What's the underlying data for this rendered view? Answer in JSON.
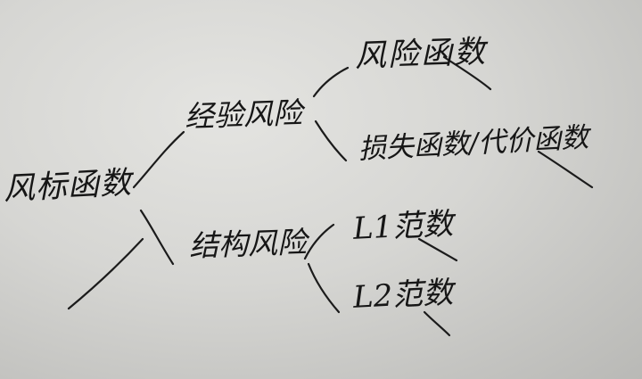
{
  "diagram": {
    "root": {
      "label": "风标函数"
    },
    "branches": [
      {
        "label": "经验风险",
        "children": [
          {
            "label": "风险函数"
          },
          {
            "label": "损失函数/代价函数"
          }
        ]
      },
      {
        "label": "结构风险",
        "children": [
          {
            "label": "L1范数"
          },
          {
            "label": "L2范数"
          }
        ]
      }
    ]
  },
  "colors": {
    "paper": "#d6d6d3",
    "ink": "#1b1b1b"
  }
}
